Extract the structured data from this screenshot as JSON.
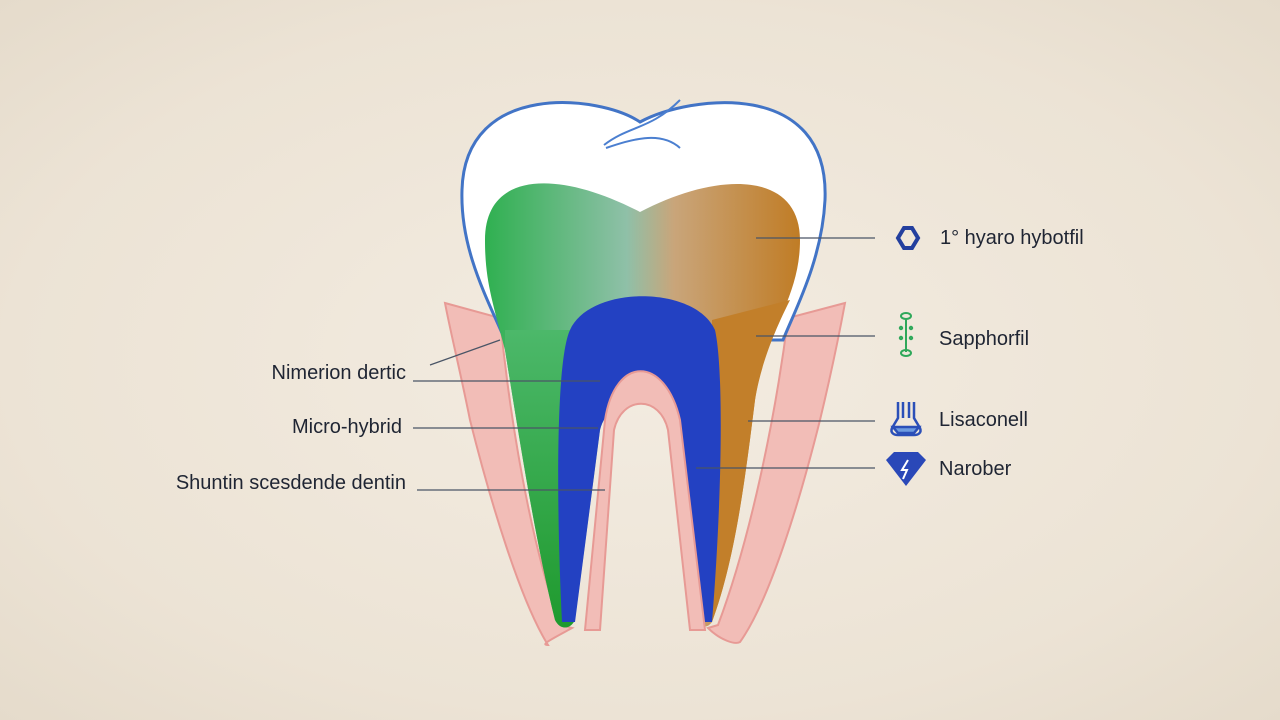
{
  "left_labels": [
    "Nimerion dertic",
    "Micro-hybrid",
    "Shuntin scesdende dentin"
  ],
  "right_labels": [
    {
      "text": "1° hyaro hybotfil",
      "icon": "hexagon-icon"
    },
    {
      "text": "Sapphorfil",
      "icon": "molecule-stick-icon"
    },
    {
      "text": "Lisaconell",
      "icon": "flask-icon"
    },
    {
      "text": "Narober",
      "icon": "diamond-icon"
    }
  ],
  "colors": {
    "enamel_outline": "#3f72c4",
    "dentin_left": "#3fb45a",
    "dentin_right": "#c5832e",
    "pulp": "#2340c0",
    "gum": "#f1b9b4",
    "icon_blue": "#233f9e",
    "icon_green": "#2fa85a"
  }
}
